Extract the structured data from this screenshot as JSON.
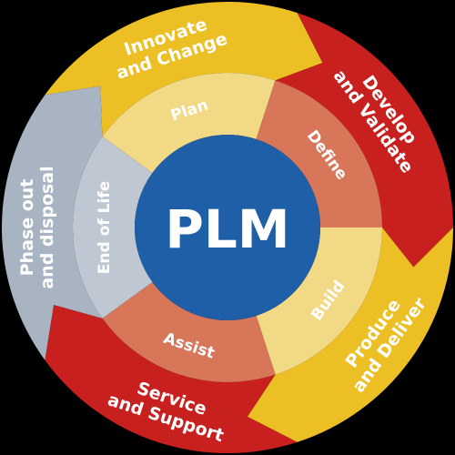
{
  "center": {
    "label": "PLM",
    "color": "#1f5fa8"
  },
  "outer_segments": [
    {
      "id": "innovate",
      "lines": [
        "Innovate",
        "and Change"
      ],
      "color": "#ecbf24"
    },
    {
      "id": "develop",
      "lines": [
        "Develop",
        "and Validate"
      ],
      "color": "#c8201f"
    },
    {
      "id": "produce",
      "lines": [
        "Produce",
        "and Deliver"
      ],
      "color": "#ecbf24"
    },
    {
      "id": "service",
      "lines": [
        "Service",
        "and Support"
      ],
      "color": "#c8201f"
    },
    {
      "id": "phase-out",
      "lines": [
        "Phase out",
        "and disposal"
      ],
      "color": "#a9b4c3"
    }
  ],
  "inner_segments": [
    {
      "id": "plan",
      "label": "Plan",
      "color": "#f2d985"
    },
    {
      "id": "define",
      "label": "Define",
      "color": "#d8765a"
    },
    {
      "id": "build",
      "label": "Build",
      "color": "#f2d985"
    },
    {
      "id": "assist",
      "label": "Assist",
      "color": "#d8765a"
    },
    {
      "id": "end-of-life",
      "label": "End of Life",
      "color": "#bfc7d2"
    }
  ]
}
